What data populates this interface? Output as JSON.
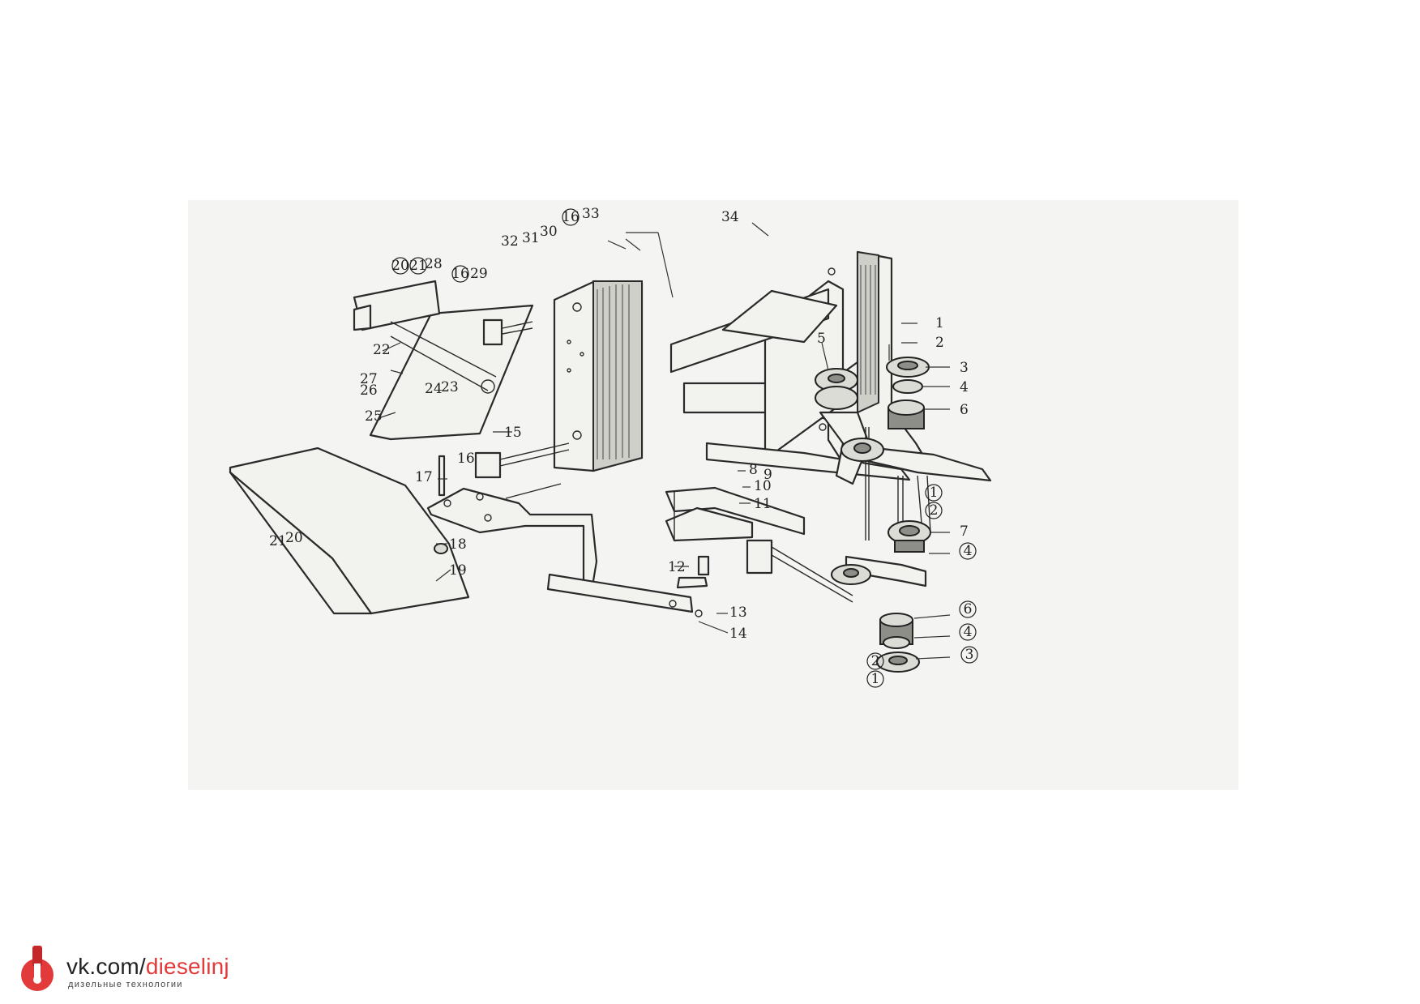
{
  "diagram": {
    "callouts": [
      {
        "id": "c1",
        "text": "1",
        "circled": false
      },
      {
        "id": "c2",
        "text": "2",
        "circled": false
      },
      {
        "id": "c3",
        "text": "3",
        "circled": false
      },
      {
        "id": "c4",
        "text": "4",
        "circled": false
      },
      {
        "id": "c5",
        "text": "5",
        "circled": false
      },
      {
        "id": "c6",
        "text": "6",
        "circled": false
      },
      {
        "id": "c7",
        "text": "7",
        "circled": false
      },
      {
        "id": "c8",
        "text": "8",
        "circled": false
      },
      {
        "id": "c9",
        "text": "9",
        "circled": false
      },
      {
        "id": "c10",
        "text": "10",
        "circled": false
      },
      {
        "id": "c11",
        "text": "11",
        "circled": false
      },
      {
        "id": "c12",
        "text": "12",
        "circled": false
      },
      {
        "id": "c13",
        "text": "13",
        "circled": false
      },
      {
        "id": "c14",
        "text": "14",
        "circled": false
      },
      {
        "id": "c15",
        "text": "15",
        "circled": false
      },
      {
        "id": "c16",
        "text": "16",
        "circled": false
      },
      {
        "id": "c17",
        "text": "17",
        "circled": false
      },
      {
        "id": "c18",
        "text": "18",
        "circled": false
      },
      {
        "id": "c19",
        "text": "19",
        "circled": false
      },
      {
        "id": "c20",
        "text": "20",
        "circled": false
      },
      {
        "id": "c21",
        "text": "21",
        "circled": false
      },
      {
        "id": "c22",
        "text": "22",
        "circled": false
      },
      {
        "id": "c23",
        "text": "23",
        "circled": false
      },
      {
        "id": "c24",
        "text": "24",
        "circled": false
      },
      {
        "id": "c25",
        "text": "25",
        "circled": false
      },
      {
        "id": "c26",
        "text": "26",
        "circled": false
      },
      {
        "id": "c27",
        "text": "27",
        "circled": false
      },
      {
        "id": "c28",
        "text": "28",
        "circled": false
      },
      {
        "id": "c29",
        "text": "29",
        "circled": false
      },
      {
        "id": "c30",
        "text": "30",
        "circled": false
      },
      {
        "id": "c31",
        "text": "31",
        "circled": false
      },
      {
        "id": "c32",
        "text": "32",
        "circled": false
      },
      {
        "id": "c33",
        "text": "33",
        "circled": false
      },
      {
        "id": "c34",
        "text": "34",
        "circled": false
      },
      {
        "id": "c16b",
        "text": "16",
        "circled": true
      },
      {
        "id": "c16c",
        "text": "16",
        "circled": true
      },
      {
        "id": "c20b",
        "text": "20",
        "circled": true
      },
      {
        "id": "c21b",
        "text": "21",
        "circled": true
      },
      {
        "id": "c1b",
        "text": "1",
        "circled": true
      },
      {
        "id": "c2b",
        "text": "2",
        "circled": true
      },
      {
        "id": "c4b",
        "text": "4",
        "circled": true
      },
      {
        "id": "c6b",
        "text": "6",
        "circled": true
      },
      {
        "id": "c4c",
        "text": "4",
        "circled": true
      },
      {
        "id": "c3b",
        "text": "3",
        "circled": true
      },
      {
        "id": "c2c",
        "text": "2",
        "circled": true
      },
      {
        "id": "c1c",
        "text": "1",
        "circled": true
      }
    ]
  },
  "brand": {
    "url_prefix": "vk.com/",
    "url_name": "dieselinj",
    "tagline": "дизельные технологии",
    "accent_color": "#e23a3a",
    "icon": "injector-logo-icon"
  }
}
